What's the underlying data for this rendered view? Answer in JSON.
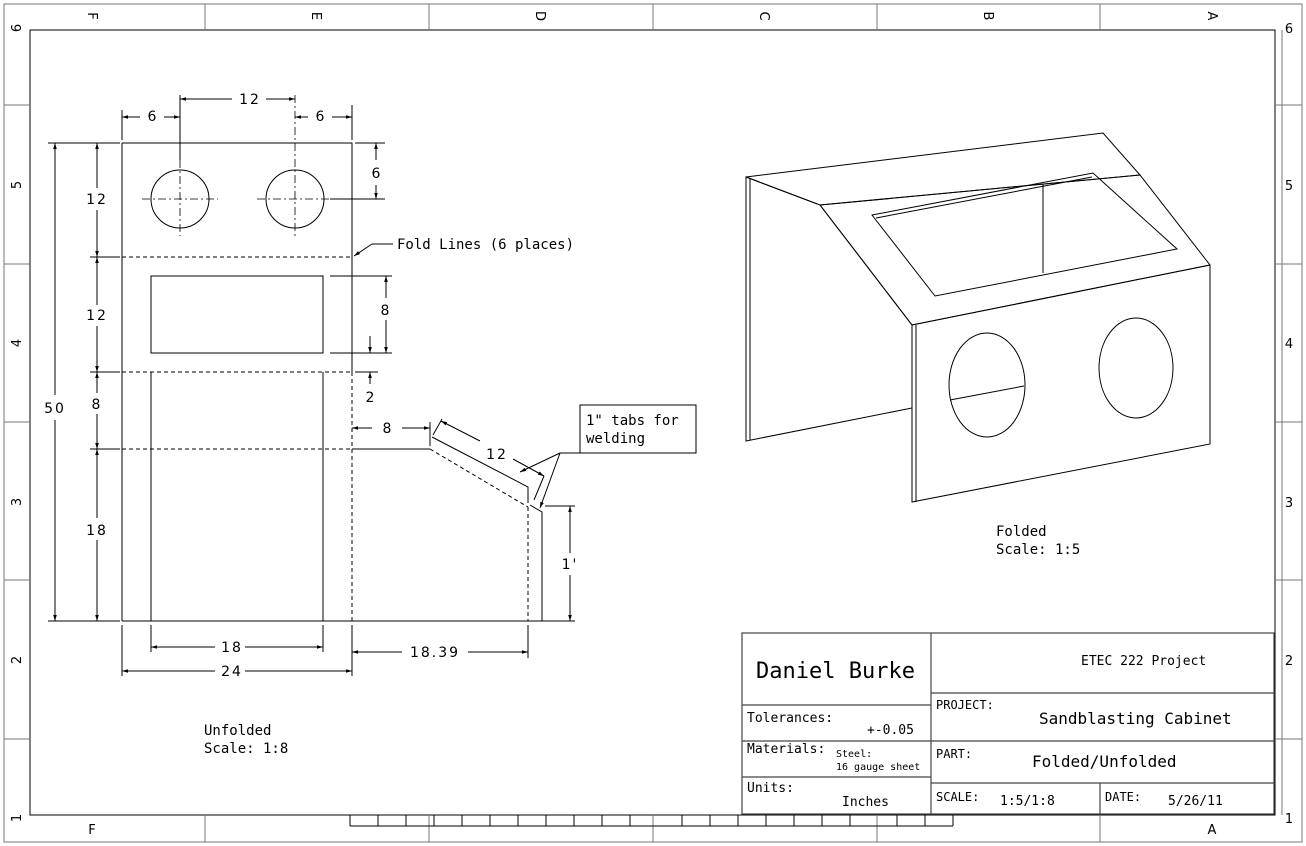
{
  "zones": {
    "columns": [
      "F",
      "E",
      "D",
      "C",
      "B",
      "A"
    ],
    "rows": [
      "6",
      "5",
      "4",
      "3",
      "2",
      "1"
    ]
  },
  "unfolded_view": {
    "label": "Unfolded",
    "scale": "Scale:  1:8",
    "dimensions": {
      "top_left": "6",
      "top_middle": "12",
      "top_right": "6",
      "hole_offset": "6",
      "overall_height": "50",
      "segment_1": "12",
      "segment_2": "12",
      "segment_3": "8",
      "segment_4": "18",
      "window_height": "8",
      "window_gap": "2",
      "flap_offset": "8",
      "slope_length": "12",
      "flap_height": "1'",
      "window_width": "18",
      "overall_width": "24",
      "flap_width": "18.39"
    },
    "notes": {
      "fold_lines": "Fold Lines (6 places)",
      "tabs_line1": "1\" tabs for",
      "tabs_line2": "welding"
    }
  },
  "folded_view": {
    "label": "Folded",
    "scale": "Scale:  1:5"
  },
  "title_block": {
    "author": "Daniel Burke",
    "course": "ETEC 222 Project",
    "tolerances_label": "Tolerances:",
    "tolerances_value": "+-0.05",
    "materials_label": "Materials:",
    "materials_line1": "Steel:",
    "materials_line2": "16 gauge sheet",
    "units_label": "Units:",
    "units_value": "Inches",
    "project_label": "PROJECT:",
    "project_value": "Sandblasting Cabinet",
    "part_label": "PART:",
    "part_value": "Folded/Unfolded",
    "scale_label": "SCALE:",
    "scale_value": "1:5/1:8",
    "date_label": "DATE:",
    "date_value": "5/26/11"
  }
}
